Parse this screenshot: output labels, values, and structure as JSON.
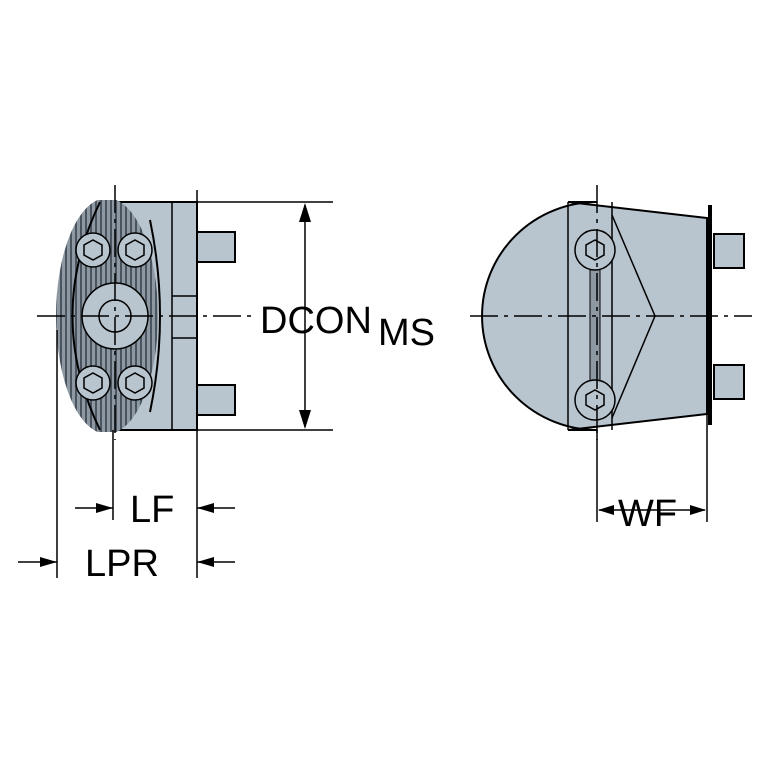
{
  "labels": {
    "dcon": "DCON",
    "dcon_sub": "MS",
    "lf": "LF",
    "lpr": "LPR",
    "wf": "WF"
  },
  "colors": {
    "body": "#b8c4ce",
    "dark": "#5f6a75",
    "line": "#000000"
  }
}
